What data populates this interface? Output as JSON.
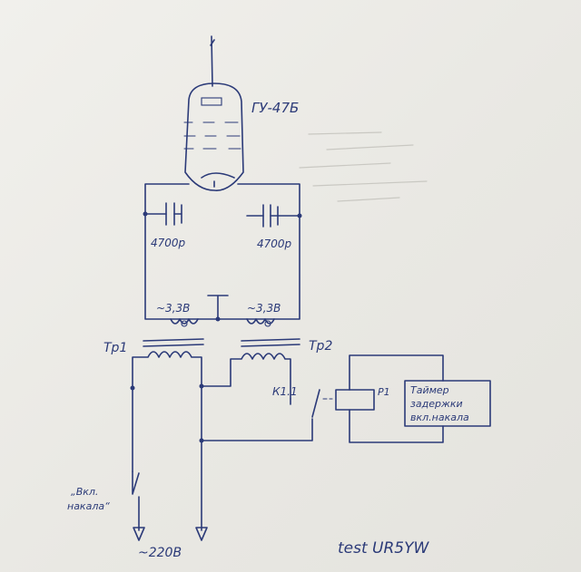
{
  "diagram": {
    "tube_label": "ГУ-47Б",
    "cap_left_label": "4700р",
    "cap_right_label": "4700р",
    "winding_left_label": "~3,3В",
    "winding_right_label": "~3,3В",
    "transformer_left_label": "Тр1",
    "transformer_right_label": "Тр2",
    "relay_contact_label": "К1.1",
    "relay_label": "Р1",
    "timer_lines": [
      "Таймер",
      "задержки",
      "вкл.накала"
    ],
    "switch_label_line1": "„Вкл.",
    "switch_label_line2": "накала“",
    "mains_label": "~220В",
    "signature": "test UR5YW"
  },
  "colors": {
    "ink": "#2b3a78",
    "paper": "#ecebe6"
  }
}
